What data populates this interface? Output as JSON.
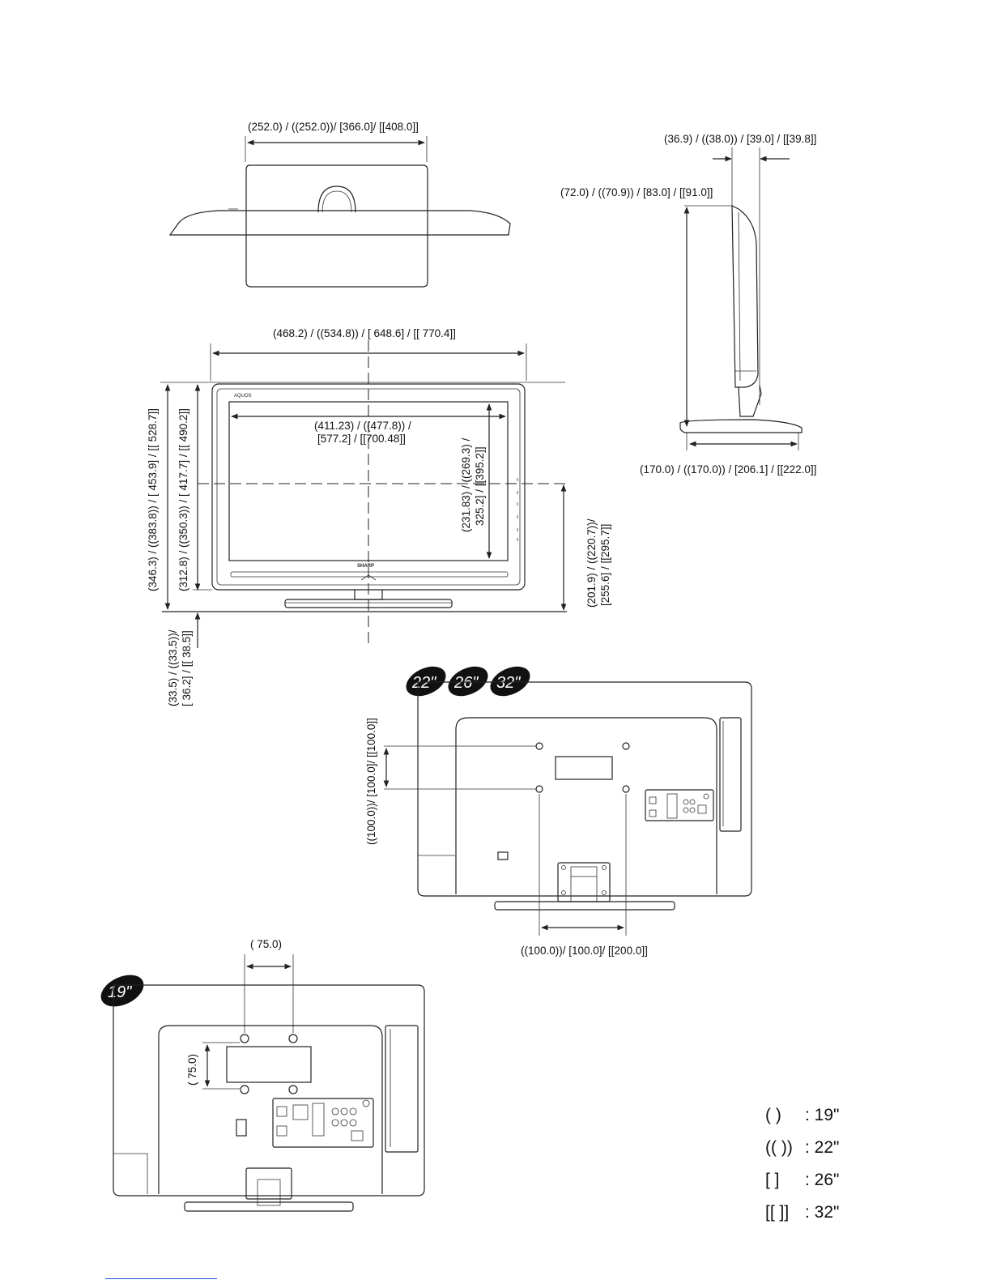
{
  "top_view": {
    "width_dim": "(252.0) / ((252.0))/ [366.0]/ [[408.0]]"
  },
  "side_view": {
    "depth_top_dim": "(36.9) / ((38.0)) / [39.0] / [[39.8]]",
    "depth_screen_dim": "(72.0) / ((70.9)) / [83.0] / [[91.0]]",
    "stand_depth_dim": "(170.0) / ((170.0)) / [206.1] / [[222.0]]"
  },
  "front_view": {
    "overall_width_dim": "(468.2) / ((534.8)) / [ 648.6] / [[ 770.4]]",
    "screen_width_line1": "(411.23) / ((477.8)) /",
    "screen_width_line2": "[577.2] / [[700.48]]",
    "overall_height_dim": "(346.3) / ((383.8)) / [ 453.9] / [[ 528.7]]",
    "body_height_dim": "(312.8) / ((350.3)) / [ 417.7] / [[ 490.2]]",
    "screen_height_line1": "(231.83) / ((269.3) /",
    "screen_height_line2": "325.2] / [[395.2]]",
    "center_height_line1": "(201.9) / ((220.7))/",
    "center_height_line2": "[255.6] / [[295.7]]",
    "stand_gap_line1": "(33.5) / ((33.5))/",
    "stand_gap_line2": "[ 36.2] / [[ 38.5]]",
    "logo_aquos": "AQUOS",
    "logo_brand": "SHARP"
  },
  "rear_view_large": {
    "badges": [
      "22\"",
      "26\"",
      "32\""
    ],
    "vesa_vertical_dim": "((100.0))/ [100.0]/ [[100.0]]",
    "vesa_horizontal_dim": "((100.0))/ [100.0]/ [[200.0]]"
  },
  "rear_view_small": {
    "badge": "19\"",
    "vesa_horizontal_dim": "( 75.0)",
    "vesa_vertical_dim": "( 75.0)"
  },
  "legend": [
    {
      "marker": "(       )",
      "size": ": 19\""
    },
    {
      "marker": "((     ))",
      "size": ": 22\""
    },
    {
      "marker": "[       ]",
      "size": ": 26\""
    },
    {
      "marker": "[[     ]]",
      "size": ": 32\""
    }
  ]
}
